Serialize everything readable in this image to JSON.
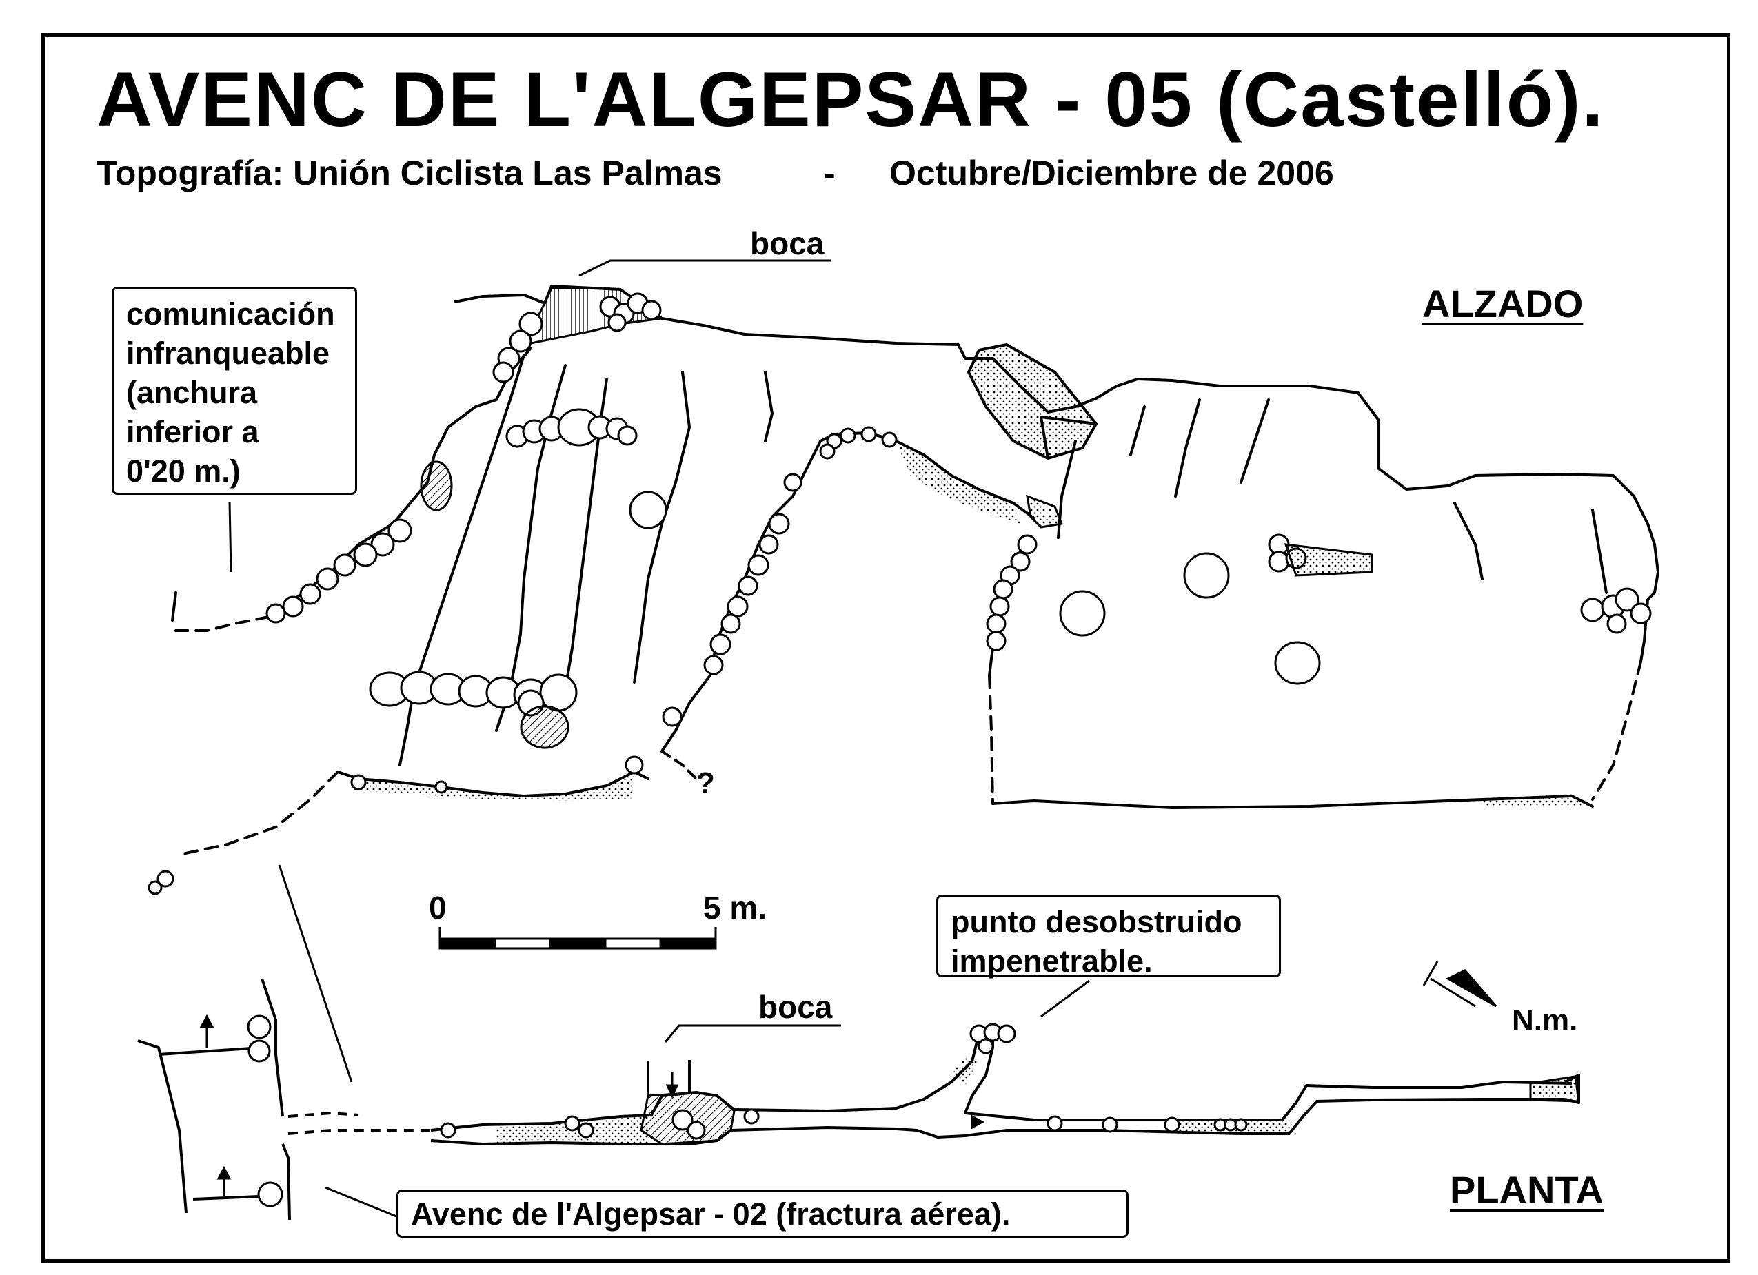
{
  "header": {
    "title": "AVENC  DE  L'ALGEPSAR - 05     (Castelló).",
    "subtitle": "Topografía:  Unión Ciclista Las Palmas",
    "separator": "-",
    "date": "Octubre/Diciembre de 2006"
  },
  "elevation": {
    "title": "ALZADO",
    "entrance_label": "boca",
    "unknown_label": "?",
    "note_lines": [
      "comunicación",
      "infranqueable",
      "(anchura",
      "inferior a",
      "0'20 m.)"
    ]
  },
  "scale_bar": {
    "start_label": "0",
    "end_label": "5 m.",
    "segments": 5
  },
  "plan": {
    "title": "PLANTA",
    "entrance_label": "boca",
    "note_lines": [
      "punto  desobstruido",
      "impenetrable."
    ],
    "other_cave_label": "Avenc  de  l'Algepsar - 02  (fractura  aérea).",
    "north_label": "N.m."
  },
  "colors": {
    "ink": "#000000",
    "paper": "#ffffff",
    "stipple": "#bbbbbb"
  }
}
